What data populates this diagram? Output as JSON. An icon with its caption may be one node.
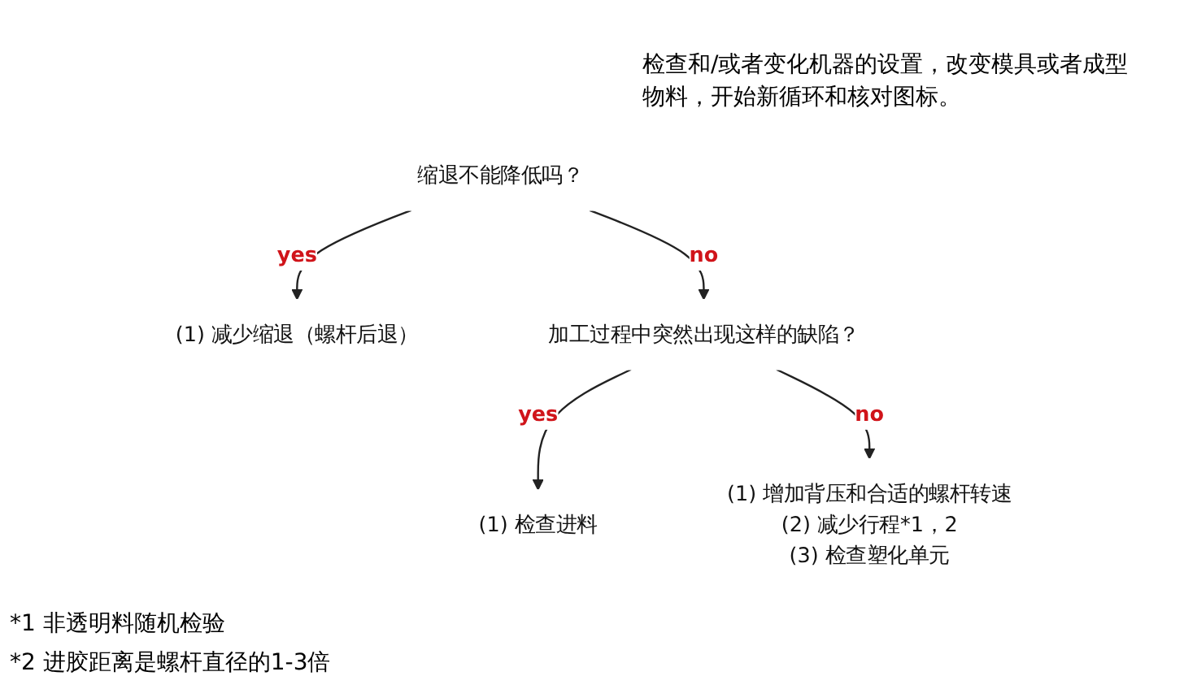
{
  "diagram": {
    "nodes": [
      {
        "text": [
          "缩退不能降低吗？"
        ]
      },
      {
        "text": [
          "(1) 减少缩退（螺杆后退）"
        ]
      },
      {
        "text": [
          "加工过程中突然出现这样的缺陷？"
        ]
      },
      {
        "text": [
          "(1) 检查进料"
        ]
      },
      {
        "text": [
          "(1) 增加背压和合适的螺杆转速",
          "(2) 减少行程*1，2",
          "(3) 检查塑化单元"
        ]
      }
    ],
    "edges": [
      {
        "from": 0,
        "to": 1,
        "arrow": "to",
        "label": "yes"
      },
      {
        "from": 0,
        "to": 2,
        "arrow": "to",
        "label": "no"
      },
      {
        "from": 2,
        "to": 3,
        "arrow": "to",
        "label": "yes"
      },
      {
        "from": 2,
        "to": 4,
        "arrow": "to",
        "label": "no"
      }
    ],
    "labels": [
      "检查和/或者变化机器的设置，改变模具或者成型物料，开始新循环和核对图标。",
      "*1 非透明料随机检验",
      "*2 进胶距离是螺杆直径的1-3倍"
    ]
  }
}
